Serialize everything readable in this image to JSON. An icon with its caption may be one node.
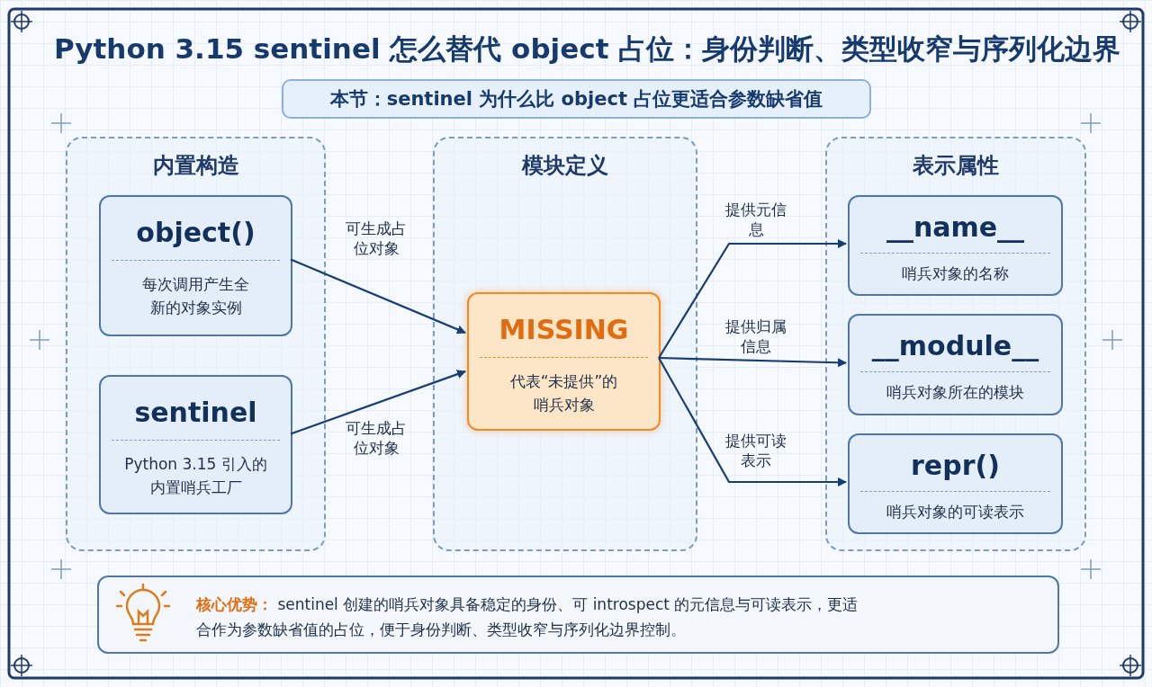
{
  "diagram": {
    "title": "Python 3.15 sentinel 怎么替代 object 占位：身份判断、类型收窄与序列化边界",
    "nodes": [
      {
        "text": [
          "本节：sentinel 为什么比 object 占位更适合参数缺省值"
        ]
      },
      {
        "text": [
          "内置构造"
        ]
      },
      {
        "text": [
          "object()",
          "每次调用产生全新的对象实例"
        ],
        "in": 1
      },
      {
        "text": [
          "sentinel",
          "Python 3.15 引入的内置哨兵工厂"
        ],
        "in": 1
      },
      {
        "text": [
          "模块定义"
        ]
      },
      {
        "text": [
          "MISSING",
          "代表“未提供”的哨兵对象"
        ],
        "in": 4
      },
      {
        "text": [
          "表示属性"
        ]
      },
      {
        "text": [
          "__name__",
          "哨兵对象的名称"
        ],
        "in": 6
      },
      {
        "text": [
          "__module__",
          "哨兵对象所在的模块"
        ],
        "in": 6
      },
      {
        "text": [
          "repr()",
          "哨兵对象的可读表示"
        ],
        "in": 6
      },
      {
        "text": [
          "核心优势：",
          "sentinel 创建的哨兵对象具备稳定的身份、可 introspect 的元信息与可读表示，更适合作为参数缺省值的占位，便于身份判断、类型收窄与序列化边界控制。"
        ]
      }
    ],
    "edges": [
      {
        "from": 2,
        "to": 5,
        "arrow": "to",
        "label": "可生成占位对象"
      },
      {
        "from": 3,
        "to": 5,
        "arrow": "to",
        "label": "可生成占位对象"
      },
      {
        "from": 5,
        "to": 7,
        "arrow": "to",
        "label": "提供元信息"
      },
      {
        "from": 5,
        "to": 8,
        "arrow": "to",
        "label": "提供归属信息"
      },
      {
        "from": 5,
        "to": 9,
        "arrow": "to",
        "label": "提供可读表示"
      }
    ]
  }
}
